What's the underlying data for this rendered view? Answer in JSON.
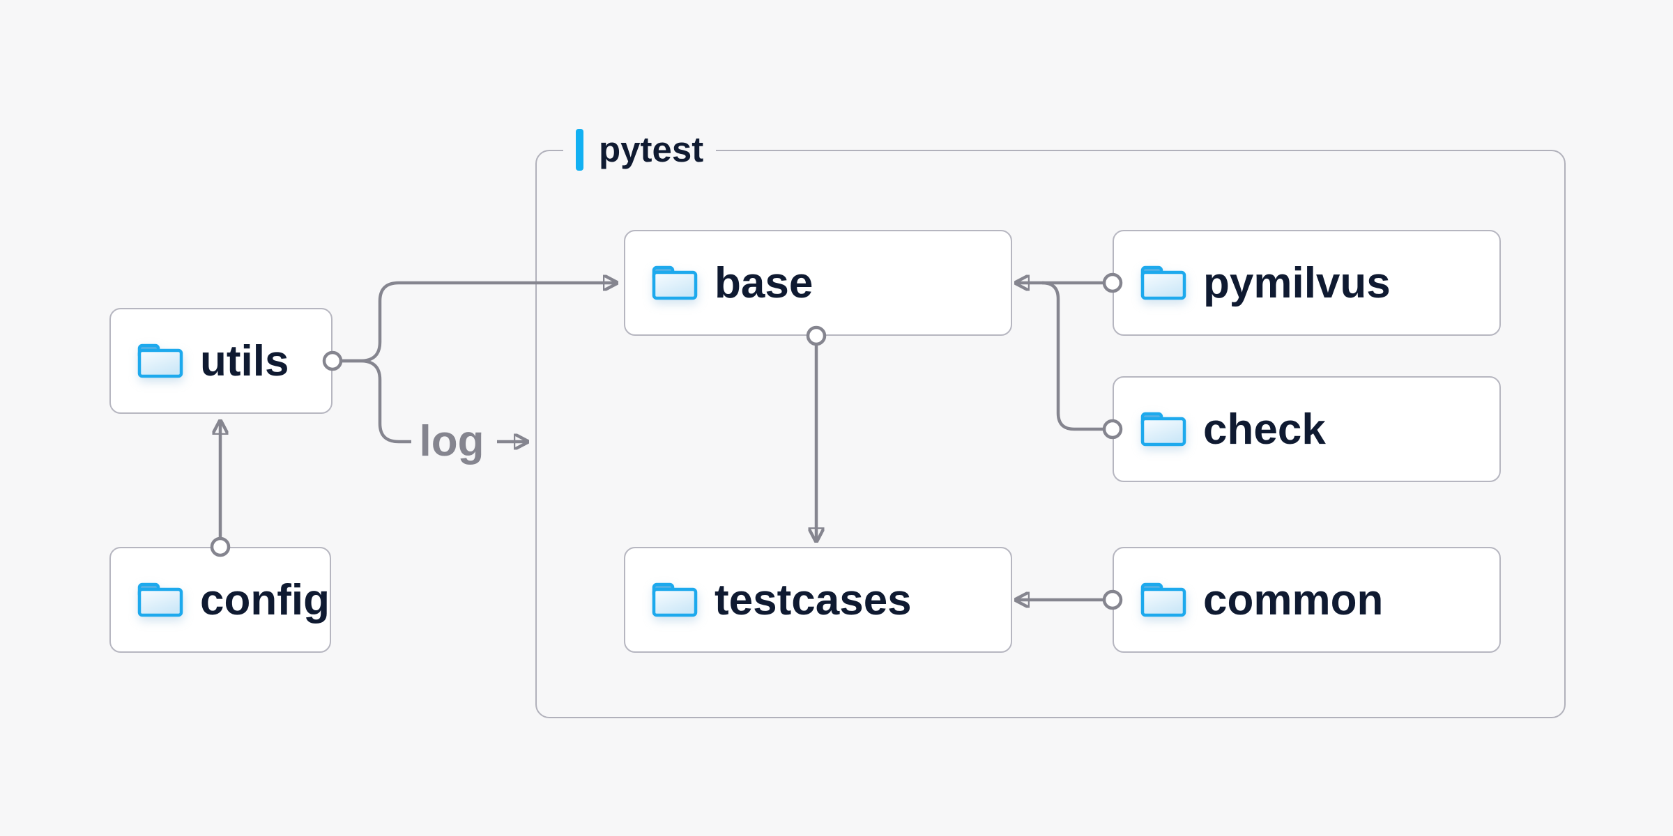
{
  "diagram": {
    "container": {
      "label": "pytest"
    },
    "nodes": [
      {
        "id": "utils",
        "label": "utils"
      },
      {
        "id": "config",
        "label": "config"
      },
      {
        "id": "base",
        "label": "base"
      },
      {
        "id": "pymilvus",
        "label": "pymilvus"
      },
      {
        "id": "check",
        "label": "check"
      },
      {
        "id": "testcases",
        "label": "testcases"
      },
      {
        "id": "common",
        "label": "common"
      }
    ],
    "edge_label": "log",
    "edges": [
      {
        "from": "config",
        "to": "utils"
      },
      {
        "from": "utils",
        "to": "base"
      },
      {
        "from": "utils",
        "to": "pytest",
        "label": "log"
      },
      {
        "from": "pymilvus",
        "to": "base"
      },
      {
        "from": "check",
        "to": "base"
      },
      {
        "from": "base",
        "to": "testcases"
      },
      {
        "from": "common",
        "to": "testcases"
      }
    ],
    "colors": {
      "background": "#f7f7f8",
      "node_fill": "#ffffff",
      "node_border": "#b6b6c0",
      "container_border": "#b1b1bb",
      "connector": "#85858f",
      "label_text": "#0f1a31",
      "muted_text": "#85858f",
      "accent_blue": "#12b0f2",
      "folder_blue": "#1da9ed"
    }
  }
}
